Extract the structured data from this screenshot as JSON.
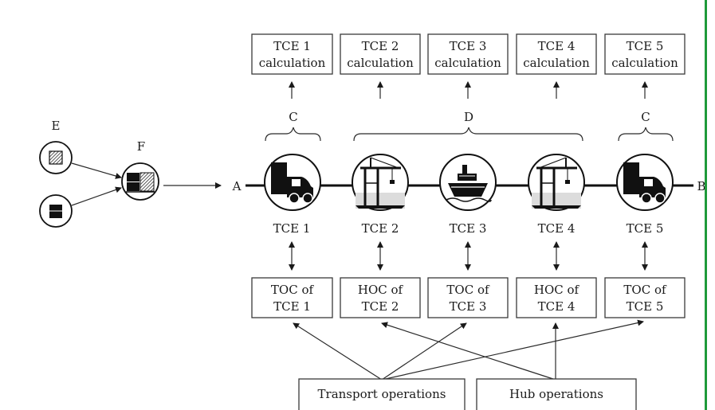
{
  "colors": {
    "accent": "#1f9a3a",
    "ink": "#1a1a1a"
  },
  "top_boxes": [
    {
      "line1": "TCE 1",
      "line2": "calculation"
    },
    {
      "line1": "TCE 2",
      "line2": "calculation"
    },
    {
      "line1": "TCE 3",
      "line2": "calculation"
    },
    {
      "line1": "TCE 4",
      "line2": "calculation"
    },
    {
      "line1": "TCE 5",
      "line2": "calculation"
    }
  ],
  "brackets": [
    {
      "label": "C"
    },
    {
      "label": "D"
    },
    {
      "label": "C"
    }
  ],
  "endpoints": {
    "start": "A",
    "end": "B"
  },
  "left_labels": {
    "e": "E",
    "f": "F"
  },
  "nodes": [
    {
      "label": "TCE 1",
      "icon": "truck-icon"
    },
    {
      "label": "TCE 2",
      "icon": "port-crane-icon"
    },
    {
      "label": "TCE 3",
      "icon": "ship-icon"
    },
    {
      "label": "TCE 4",
      "icon": "port-crane-icon"
    },
    {
      "label": "TCE 5",
      "icon": "truck-icon"
    }
  ],
  "bottom_boxes": [
    {
      "line1": "TOC of",
      "line2": "TCE 1"
    },
    {
      "line1": "HOC of",
      "line2": "TCE 2"
    },
    {
      "line1": "TOC of",
      "line2": "TCE 3"
    },
    {
      "line1": "HOC of",
      "line2": "TCE 4"
    },
    {
      "line1": "TOC of",
      "line2": "TCE 5"
    }
  ],
  "operations": {
    "transport": "Transport operations",
    "hub": "Hub operations"
  }
}
